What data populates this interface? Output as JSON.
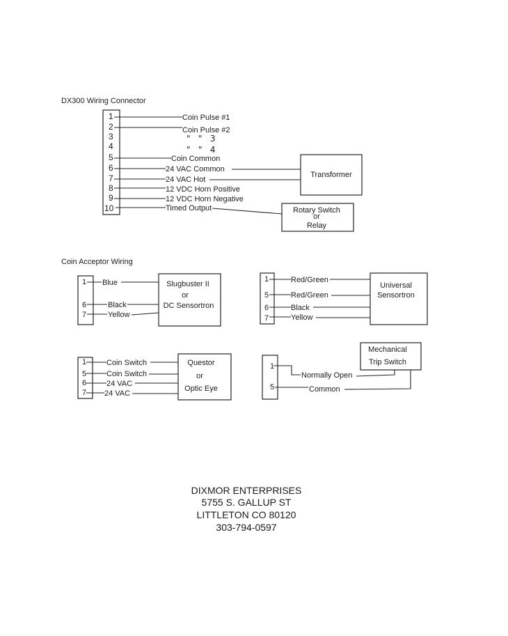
{
  "dx300": {
    "title": "DX300 Wiring Connector",
    "pins": [
      "1",
      "2",
      "3",
      "4",
      "5",
      "6",
      "7",
      "8",
      "9",
      "10"
    ],
    "signals": [
      "Coin Pulse #1",
      "Coin Pulse #2",
      "\"   \"   3",
      "\"   \"   4",
      "Coin Common",
      "24 VAC Common",
      "24 VAC Hot",
      "12 VDC Horn Positive",
      "12 VDC Horn Negative",
      "Timed Output"
    ],
    "transformer": "Transformer",
    "rotary": {
      "line1": "Rotary Switch",
      "line2": "or",
      "line3": "Relay"
    }
  },
  "coin_acceptor": {
    "title": "Coin Acceptor Wiring",
    "slugbuster": {
      "pins": [
        "1",
        "6",
        "7"
      ],
      "wires": [
        "Blue",
        "Black",
        "Yellow"
      ],
      "device": {
        "line1": "Slugbuster II",
        "line2": "or",
        "line3": "DC Sensortron"
      }
    },
    "universal": {
      "pins": [
        "1",
        "5",
        "6",
        "7"
      ],
      "wires": [
        "Red/Green",
        "Red/Green",
        "Black",
        "Yellow"
      ],
      "device": {
        "line1": "Universal",
        "line2": "Sensortron"
      }
    },
    "questor": {
      "pins": [
        "1",
        "5",
        "6",
        "7"
      ],
      "wires": [
        "Coin Switch",
        "Coin Switch",
        "24 VAC",
        "24 VAC"
      ],
      "device": {
        "line1": "Questor",
        "line2": "or",
        "line3": "Optic Eye"
      }
    },
    "mechanical": {
      "pins": [
        "1",
        "5"
      ],
      "wires": [
        "Normally Open",
        "Common"
      ],
      "device": {
        "line1": "Mechanical",
        "line2": "Trip Switch"
      }
    }
  },
  "footer": {
    "line1": "DIXMOR ENTERPRISES",
    "line2": "5755 S. GALLUP ST",
    "line3": "LITTLETON CO 80120",
    "line4": "303-794-0597"
  }
}
